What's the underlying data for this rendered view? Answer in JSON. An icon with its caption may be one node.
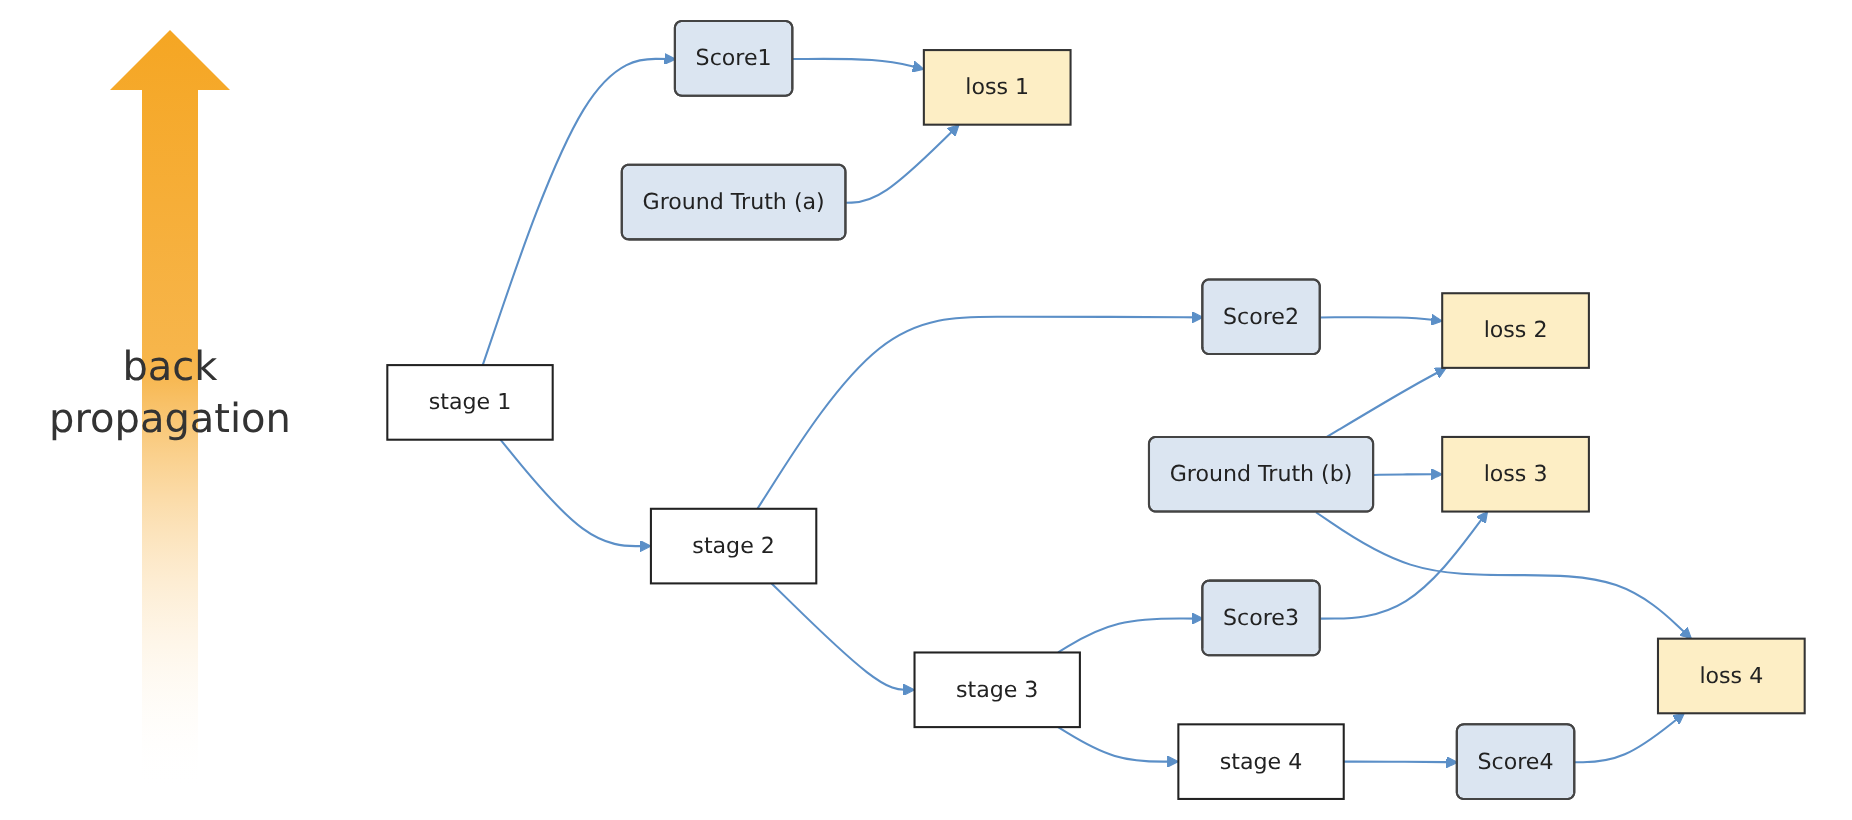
{
  "diagram": {
    "nodes": [
      {
        "text": [
          "stage 1"
        ]
      },
      {
        "text": [
          "Score1"
        ]
      },
      {
        "text": [
          "loss 1"
        ]
      },
      {
        "text": [
          "Ground Truth (a)"
        ]
      },
      {
        "text": [
          "stage 2"
        ]
      },
      {
        "text": [
          "Score2"
        ]
      },
      {
        "text": [
          "loss 2"
        ]
      },
      {
        "text": [
          "Ground Truth (b)"
        ]
      },
      {
        "text": [
          "stage 3"
        ]
      },
      {
        "text": [
          "Score3"
        ]
      },
      {
        "text": [
          "loss 3"
        ]
      },
      {
        "text": [
          "stage 4"
        ]
      },
      {
        "text": [
          "Score4"
        ]
      },
      {
        "text": [
          "loss 4"
        ]
      }
    ],
    "edges": [
      {
        "from": 0,
        "to": 1,
        "arrow": "to"
      },
      {
        "from": 1,
        "to": 2,
        "arrow": "to"
      },
      {
        "from": 3,
        "to": 2,
        "arrow": "to"
      },
      {
        "from": 0,
        "to": 4,
        "arrow": "to"
      },
      {
        "from": 4,
        "to": 5,
        "arrow": "to"
      },
      {
        "from": 5,
        "to": 6,
        "arrow": "to"
      },
      {
        "from": 7,
        "to": 6,
        "arrow": "to"
      },
      {
        "from": 4,
        "to": 8,
        "arrow": "to"
      },
      {
        "from": 8,
        "to": 9,
        "arrow": "to"
      },
      {
        "from": 9,
        "to": 10,
        "arrow": "to"
      },
      {
        "from": 7,
        "to": 10,
        "arrow": "to"
      },
      {
        "from": 8,
        "to": 11,
        "arrow": "to"
      },
      {
        "from": 11,
        "to": 12,
        "arrow": "to"
      },
      {
        "from": 12,
        "to": 13,
        "arrow": "to"
      },
      {
        "from": 7,
        "to": 13,
        "arrow": "to"
      }
    ],
    "labels": [
      "back propagation"
    ]
  }
}
